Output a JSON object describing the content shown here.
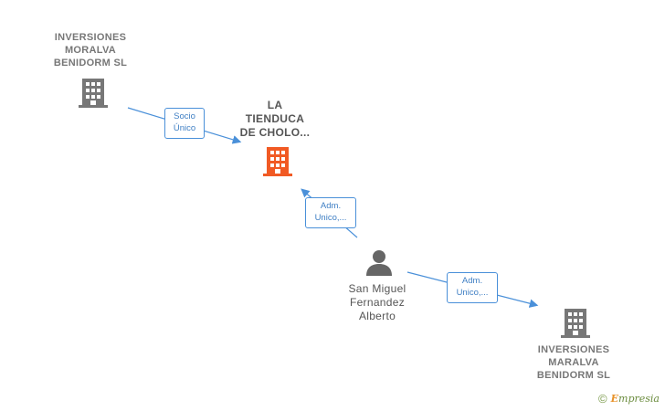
{
  "nodes": {
    "top_left_company": {
      "name_lines": [
        "INVERSIONES",
        "MORALVA",
        "BENIDORM  SL"
      ],
      "icon": "building-icon",
      "color": "#777777"
    },
    "center_company": {
      "name_lines": [
        "LA",
        "TIENDUCA",
        "DE CHOLO..."
      ],
      "icon": "building-icon",
      "color": "#f15a24"
    },
    "person": {
      "name_lines": [
        "San Miguel",
        "Fernandez",
        "Alberto"
      ],
      "icon": "person-icon",
      "color": "#666666"
    },
    "bottom_right_company": {
      "name_lines": [
        "INVERSIONES",
        "MARALVA",
        "BENIDORM  SL"
      ],
      "icon": "building-icon",
      "color": "#777777"
    }
  },
  "edges": {
    "socio": {
      "lines": [
        "Socio",
        "Único"
      ]
    },
    "adm_center": {
      "lines": [
        "Adm.",
        "Unico,..."
      ]
    },
    "adm_right": {
      "lines": [
        "Adm.",
        "Unico,..."
      ]
    }
  },
  "colors": {
    "edge": "#4a90d9"
  },
  "footer": {
    "copyright": "©",
    "brand_initial": "E",
    "brand_rest": "mpresia"
  }
}
